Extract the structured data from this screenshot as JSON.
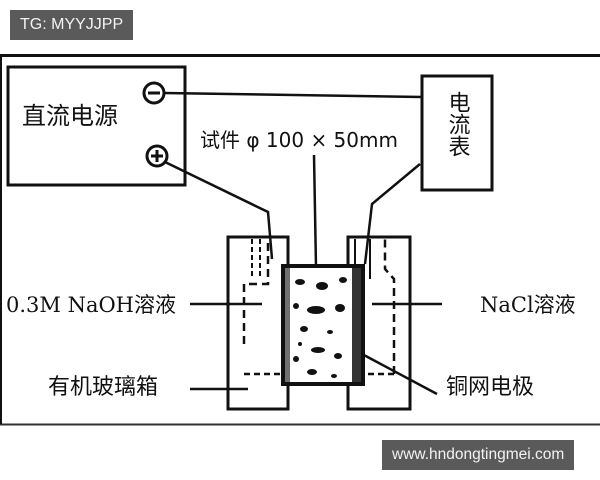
{
  "watermarks": {
    "top": "TG: MYYJJPP",
    "bottom": "www.hndongtingmei.com"
  },
  "diagram": {
    "power_supply_label": "直流电源",
    "ammeter_label": "电流表",
    "specimen_label": "试件 φ 100 × 50mm",
    "naoh_label": "0.3M NaOH溶液",
    "nacl_label": "NaCl溶液",
    "tank_label": "有机玻璃箱",
    "electrode_label": "铜网电极",
    "terminals": {
      "negative": "−",
      "positive": "+"
    },
    "colors": {
      "line": "#111111",
      "watermark_bg": "#5a5a5a",
      "watermark_text": "#f2f2f2"
    }
  }
}
